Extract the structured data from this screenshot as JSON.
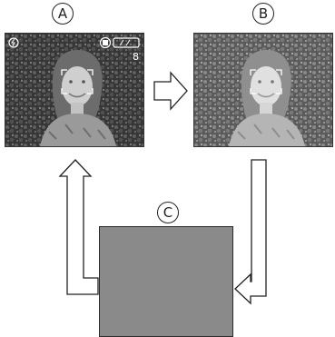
{
  "labels": {
    "a": "A",
    "b": "B",
    "c": "C"
  },
  "photo_a": {
    "remaining_shots": "8",
    "icons": [
      "flash-off-icon",
      "record-mode-icon",
      "battery-icon"
    ]
  },
  "colors": {
    "screen_fill": "#8a8a8a",
    "outline": "#2a2a2a"
  }
}
